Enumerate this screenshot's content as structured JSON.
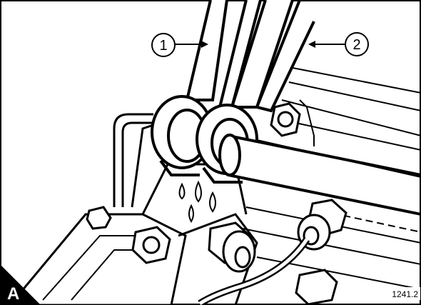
{
  "figure": {
    "callouts": [
      {
        "label": "1"
      },
      {
        "label": "2"
      }
    ],
    "corner_label": "A",
    "reference_number": "1241.2"
  }
}
